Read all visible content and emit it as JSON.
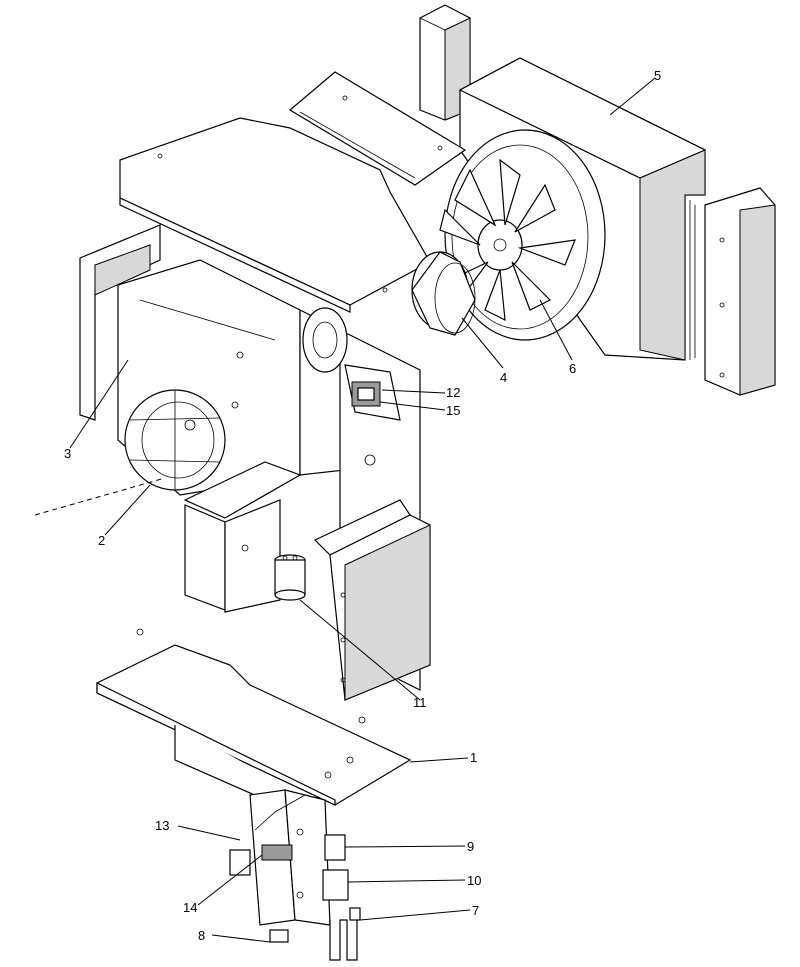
{
  "callouts": [
    {
      "id": "1",
      "text": "1"
    },
    {
      "id": "2",
      "text": "2"
    },
    {
      "id": "3",
      "text": "3"
    },
    {
      "id": "4",
      "text": "4"
    },
    {
      "id": "5",
      "text": "5"
    },
    {
      "id": "6",
      "text": "6"
    },
    {
      "id": "7",
      "text": "7"
    },
    {
      "id": "8",
      "text": "8"
    },
    {
      "id": "9",
      "text": "9"
    },
    {
      "id": "10",
      "text": "10"
    },
    {
      "id": "11",
      "text": "11"
    },
    {
      "id": "12",
      "text": "12"
    },
    {
      "id": "13",
      "text": "13"
    },
    {
      "id": "14",
      "text": "14"
    },
    {
      "id": "15",
      "text": "15"
    }
  ],
  "colors": {
    "line": "#000000",
    "fill": "#ffffff",
    "shade": "#d8d8d8"
  }
}
